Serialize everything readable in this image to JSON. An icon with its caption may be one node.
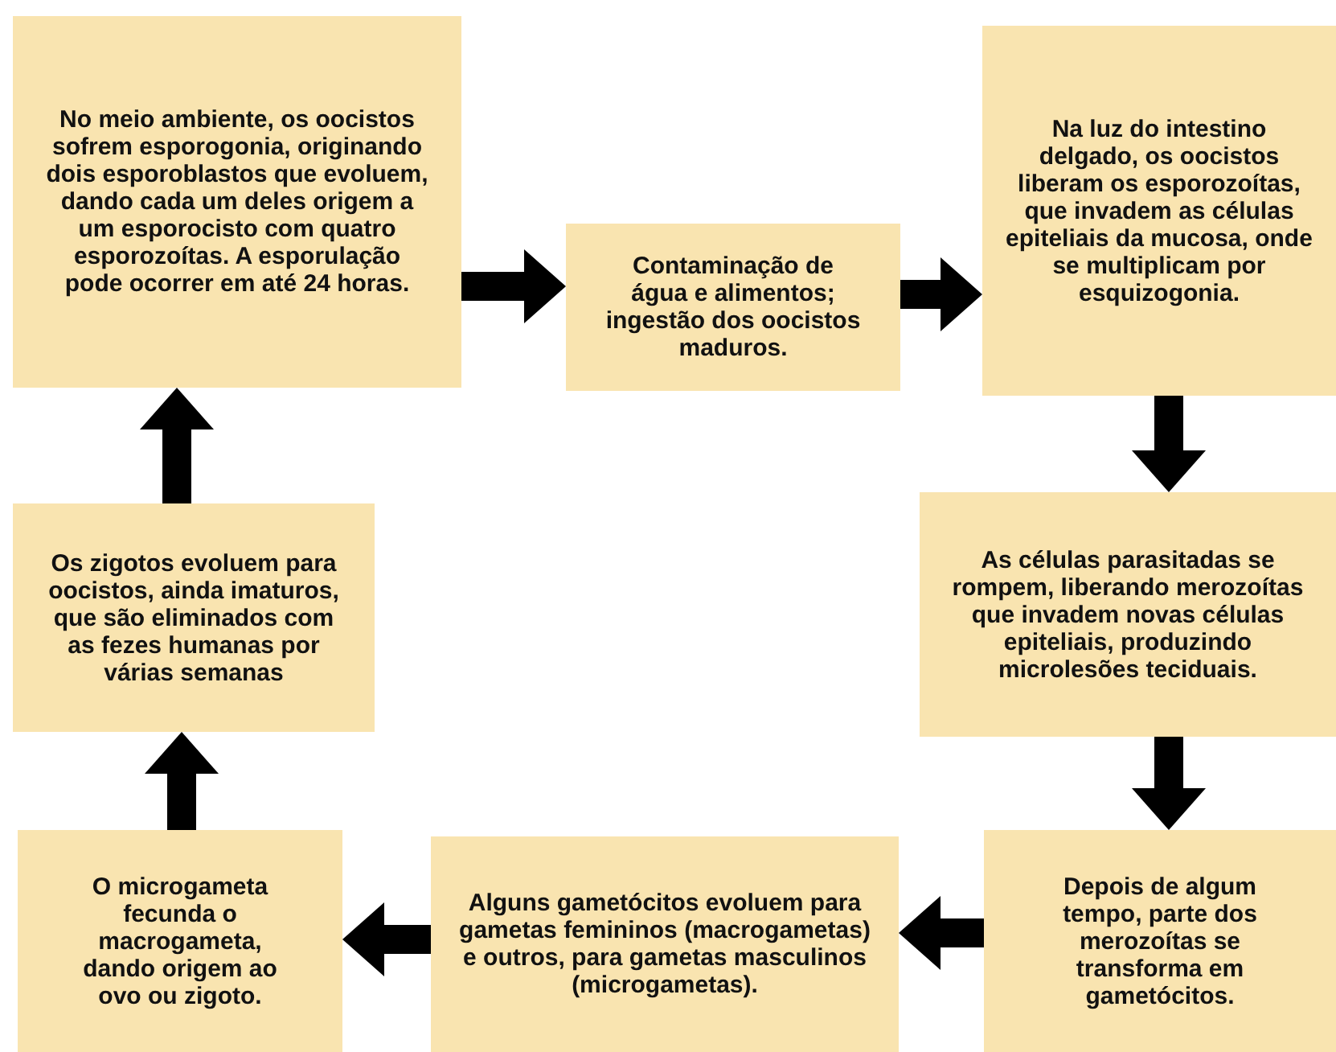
{
  "diagram": {
    "nodes": [
      {
        "text": [
          "No meio ambiente, os oocistos sofrem esporogonia, originando dois esporoblastos que evoluem, dando cada um deles origem a um esporocisto com quatro esporozoítas. A esporulação pode ocorrer em até 24 horas."
        ]
      },
      {
        "text": [
          "Contaminação de água e alimentos; ingestão dos oocistos maduros."
        ]
      },
      {
        "text": [
          "Na luz do intestino delgado, os oocistos liberam os esporozoítas, que invadem as células epiteliais da mucosa, onde se multiplicam por esquizogonia."
        ]
      },
      {
        "text": [
          "As células parasitadas se rompem, liberando merozoítas que invadem novas células epiteliais, produzindo microlesões teciduais."
        ]
      },
      {
        "text": [
          "Depois de algum tempo, parte dos merozoítas se transforma em gametócitos."
        ]
      },
      {
        "text": [
          "Alguns gametócitos evoluem para gametas femininos (macrogametas) e outros, para gametas masculinos (microgametas)."
        ]
      },
      {
        "text": [
          "O microgameta fecunda o macrogameta, dando origem ao ovo ou zigoto."
        ]
      },
      {
        "text": [
          "Os zigotos evoluem para oocistos, ainda imaturos, que são eliminados com as fezes humanas por várias semanas"
        ]
      }
    ],
    "edges": [
      {
        "from": 0,
        "to": 1,
        "arrow": "to"
      },
      {
        "from": 1,
        "to": 2,
        "arrow": "to"
      },
      {
        "from": 2,
        "to": 3,
        "arrow": "to"
      },
      {
        "from": 3,
        "to": 4,
        "arrow": "to"
      },
      {
        "from": 4,
        "to": 5,
        "arrow": "to"
      },
      {
        "from": 5,
        "to": 6,
        "arrow": "to"
      },
      {
        "from": 6,
        "to": 7,
        "arrow": "to"
      },
      {
        "from": 7,
        "to": 0,
        "arrow": "to"
      }
    ]
  }
}
